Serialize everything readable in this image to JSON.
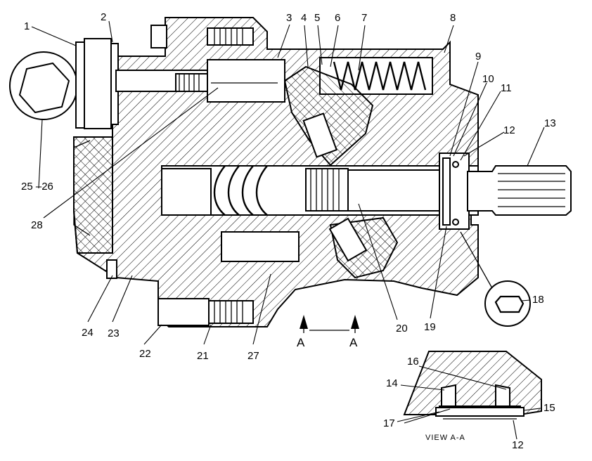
{
  "callouts": {
    "c1": "1",
    "c2": "2",
    "c3": "3",
    "c4": "4",
    "c5": "5",
    "c6": "6",
    "c7": "7",
    "c8": "8",
    "c9": "9",
    "c10": "10",
    "c11": "11",
    "c12": "12",
    "c13": "13",
    "c14": "14",
    "c15": "15",
    "c16": "16",
    "c17": "17",
    "c18": "18",
    "c19": "19",
    "c20": "20",
    "c21": "21",
    "c22": "22",
    "c23": "23",
    "c24": "24",
    "c25_26": "25 –26",
    "c27": "27",
    "c28": "28",
    "c12b": "12"
  },
  "section_marker_left": "A",
  "section_marker_right": "A",
  "view_label": "VIEW A-A"
}
